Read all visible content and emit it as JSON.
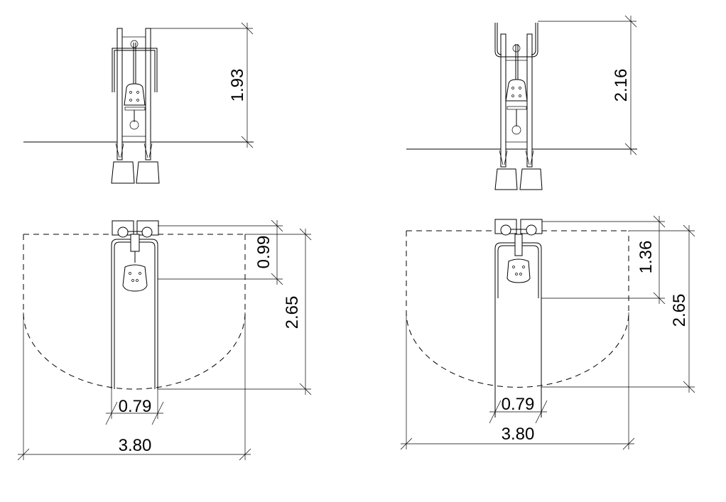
{
  "drawing": {
    "left_elevation": {
      "height_label": "1.93"
    },
    "right_elevation": {
      "height_label": "2.16"
    },
    "left_plan": {
      "seat_depth_label": "0.99",
      "depth_label": "2.65",
      "bench_width_label": "0.79",
      "width_label": "3.80"
    },
    "right_plan": {
      "seat_depth_label": "1.36",
      "depth_label": "2.65",
      "bench_width_label": "0.79",
      "width_label": "3.80"
    }
  }
}
